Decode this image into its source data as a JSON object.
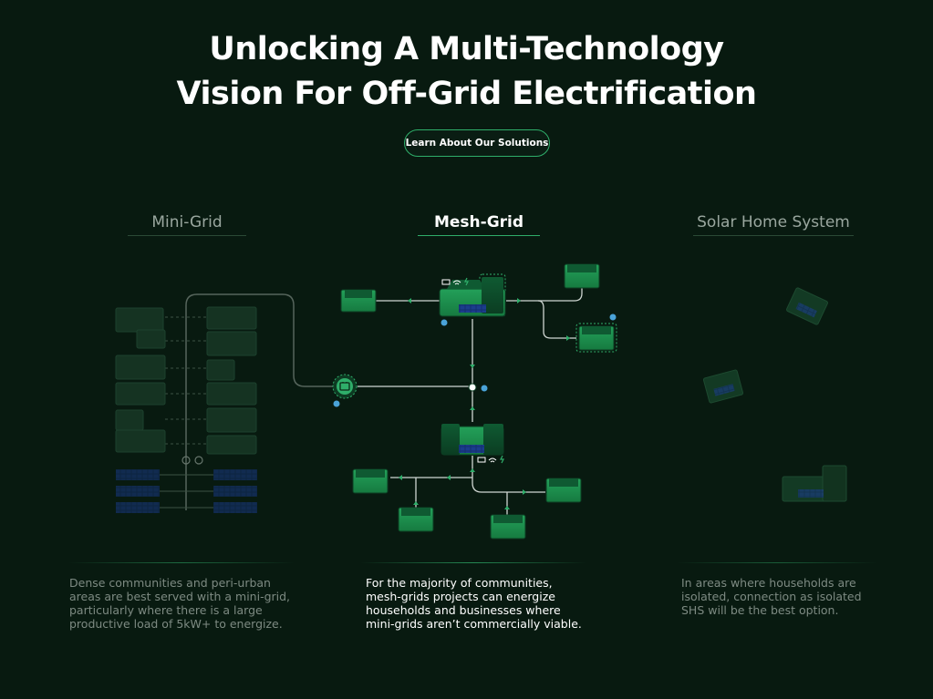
{
  "hero": {
    "title_line1": "Unlocking A Multi-Technology",
    "title_line2": "Vision For Off-Grid Electrification",
    "cta_label": "Learn About Our Solutions"
  },
  "columns": [
    {
      "heading": "Mini-Grid",
      "description": "Dense communities and peri-urban areas are best served with a mini-grid, particularly where there is a large productive load of 5kW+ to energize."
    },
    {
      "heading": "Mesh-Grid",
      "description": "For the majority of communities, mesh-grids projects can energize households and businesses where mini-grids aren’t commercially viable."
    },
    {
      "heading": "Solar Home System",
      "description": "In areas where households are isolated, connection as isolated SHS will be the best option."
    }
  ],
  "diagram": {
    "icons": {
      "info": "i",
      "battery": "battery-icon",
      "wifi": "wifi-icon",
      "bolt": "lightning-icon",
      "switch": "switch-icon",
      "arrow": "arrow-icon"
    },
    "colors": {
      "background": "#081a10",
      "house_roof_dark": "#114d2c",
      "house_front": "#1f8a4c",
      "house_muted": "#163524",
      "solar_panel": "#1e3fa8",
      "wire": "#cfd6d2",
      "accent_green": "#2fae6a",
      "info_blue": "#4aa3d8"
    }
  }
}
